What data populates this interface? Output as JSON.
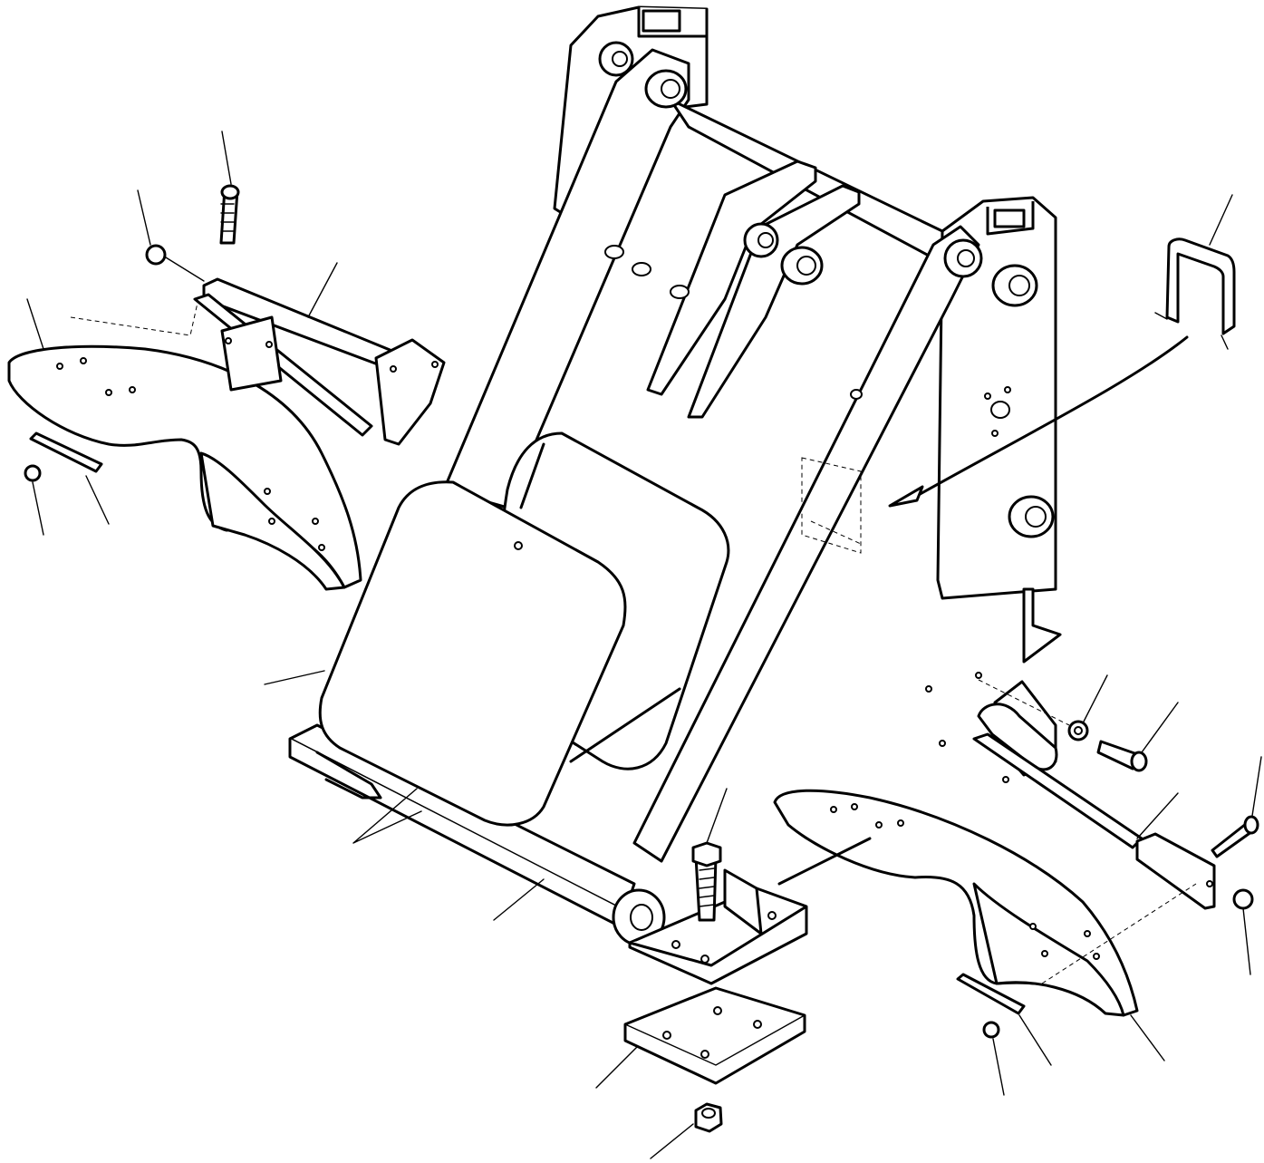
{
  "drawing": {
    "stroke_color": "#000000",
    "background_color": "#ffffff",
    "parts": [
      "main-frame",
      "front-cover-plate",
      "left-fender",
      "left-fender-bracket",
      "right-fender",
      "right-fender-bracket",
      "mounting-block",
      "spacer-plate",
      "u-clamp",
      "bolt",
      "nut",
      "washer",
      "strip"
    ]
  }
}
